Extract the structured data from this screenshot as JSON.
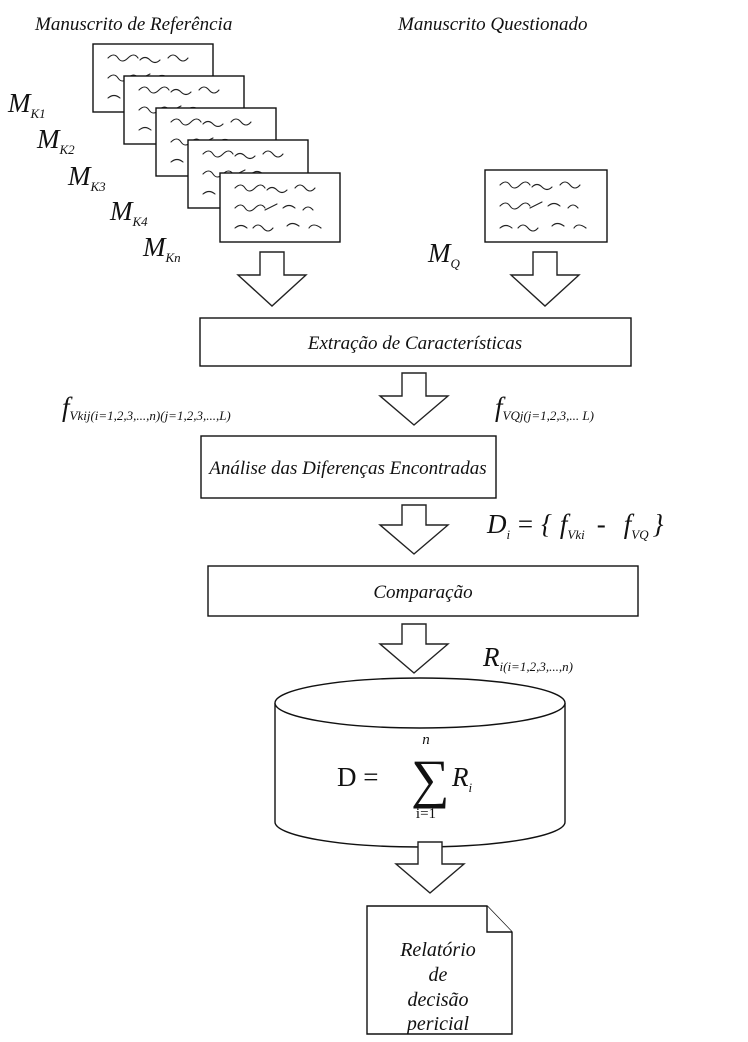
{
  "headers": {
    "reference": "Manuscrito de Referência",
    "questioned": "Manuscrito Questionado"
  },
  "reference_labels": [
    {
      "base": "M",
      "sub": "K1"
    },
    {
      "base": "M",
      "sub": "K2"
    },
    {
      "base": "M",
      "sub": "K3"
    },
    {
      "base": "M",
      "sub": "K4"
    },
    {
      "base": "M",
      "sub": "Kn"
    }
  ],
  "questioned_label": {
    "base": "M",
    "sub": "Q"
  },
  "steps": {
    "extraction": "Extração de Características",
    "analysis": "Análise das Diferenças Encontradas",
    "comparison": "Comparação"
  },
  "features": {
    "reference": {
      "base": "f",
      "sub": "Vkij(i=1,2,3,...,n)(j=1,2,3,...,L)"
    },
    "questioned": {
      "base": "f",
      "sub": "VQj(j=1,2,3,... L)"
    }
  },
  "difference_formula": {
    "lhs_base": "D",
    "lhs_sub": "i",
    "eq": "= {",
    "term1_base": "f",
    "term1_sub": "Vki",
    "minus": "-",
    "term2_base": "f",
    "term2_sub": "VQ",
    "close": "}"
  },
  "result": {
    "base": "R",
    "sub": "i(i=1,2,3,...,n)"
  },
  "sum_formula": {
    "lhs": "D =",
    "sigma": "∑",
    "upper": "n",
    "lower": "i=1",
    "term_base": "R",
    "term_sub": "i"
  },
  "report_lines": [
    "Relatório",
    "de",
    "decisão",
    "pericial"
  ],
  "colors": {
    "stroke": "#111111",
    "background": "#ffffff"
  }
}
